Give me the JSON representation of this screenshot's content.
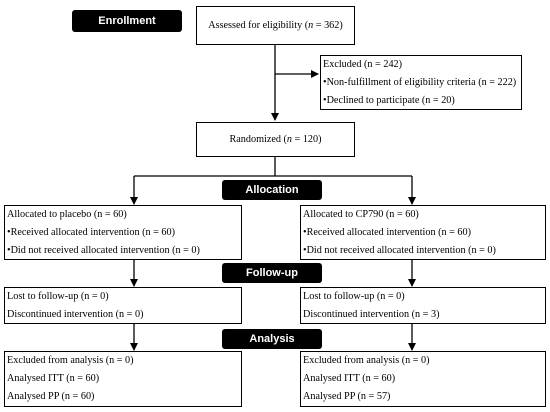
{
  "stages": {
    "enrollment": "Enrollment",
    "allocation": "Allocation",
    "follow_up": "Follow-up",
    "analysis": "Analysis"
  },
  "assessed": {
    "label": "Assessed for eligibility (",
    "n_sym": "n",
    "value": " = 362)"
  },
  "excluded": {
    "title": "Excluded (n = 242)",
    "lines": [
      "•Non-fulfillment of eligibility criteria (n = 222)",
      "•Declined to participate (n = 20)"
    ]
  },
  "randomized": {
    "label": "Randomized (",
    "n_sym": "n",
    "value": " = 120)"
  },
  "placebo": {
    "allocation": [
      "Allocated to placebo (n = 60)",
      "•Received allocated intervention (n = 60)",
      "•Did not received allocated intervention (n = 0)"
    ],
    "follow_up": [
      "Lost to follow-up (n = 0)",
      "Discontinued intervention (n = 0)"
    ],
    "analysis": [
      "Excluded from analysis (n = 0)",
      "Analysed ITT (n = 60)",
      "Analysed PP (n = 60)"
    ]
  },
  "cp790": {
    "allocation": [
      "Allocated to CP790 (n = 60)",
      "•Received allocated intervention (n = 60)",
      "•Did not received allocated intervention (n = 0)"
    ],
    "follow_up": [
      "Lost to follow-up (n = 0)",
      "Discontinued intervention (n = 3)"
    ],
    "analysis": [
      "Excluded from analysis (n = 0)",
      "Analysed ITT (n = 60)",
      "Analysed PP (n = 57)"
    ]
  }
}
